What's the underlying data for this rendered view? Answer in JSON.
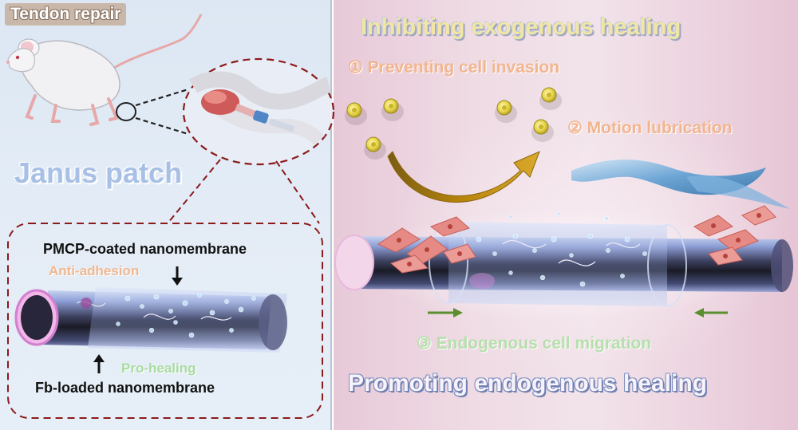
{
  "left_panel": {
    "tag": "Tendon repair",
    "title": "Janus patch",
    "labels": {
      "outer_membrane": "PMCP-coated nanomembrane",
      "outer_property": "Anti-adhesion",
      "inner_property": "Pro-healing",
      "inner_membrane": "Fb-loaded nanomembrane"
    }
  },
  "right_panel": {
    "top_title": "Inhibiting exogenous healing",
    "steps": [
      "① Preventing cell invasion",
      "② Motion lubrication",
      "③ Endogenous  cell migration"
    ],
    "bottom_title": "Promoting endogenous healing"
  },
  "colors": {
    "left_background": "#dce7f3",
    "right_background": "#efdbe4",
    "exogenous_cell": "#e9d64a",
    "curved_arrow": "#b8860b",
    "migration_arrow": "#5b8f2e",
    "dashed_outline": "#8b1a1a",
    "tube_ring": "#f3d6ea",
    "fibroblast": "#e58a84",
    "lubrication_ribbon": "#5f9fd3"
  },
  "icons": [
    "rat-icon",
    "tendon-icon",
    "cell-icon",
    "tendon-tube-icon",
    "fibroblast-icon",
    "ribbon-icon",
    "arrow-icon"
  ]
}
